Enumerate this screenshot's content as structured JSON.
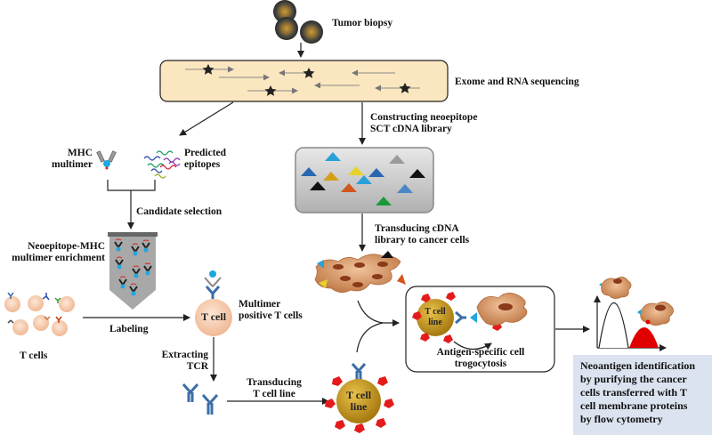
{
  "figure": {
    "type": "workflow-diagram",
    "steps": {
      "tumor_biopsy": "Tumor biopsy",
      "sequencing": "Exome and RNA sequencing",
      "constructing": [
        "Constructing neoepitope",
        "SCT cDNA library"
      ],
      "mhc_multimer": [
        "MHC",
        "multimer"
      ],
      "predicted_epitopes": [
        "Predicted",
        "epitopes"
      ],
      "candidate_selection": "Candidate selection",
      "enrichment": [
        "Neoepitope-MHC",
        "multimer enrichment"
      ],
      "transducing_cdna": [
        "Transducing cDNA",
        "library to cancer cells"
      ],
      "t_cells": "T cells",
      "labeling": "Labeling",
      "t_cell": "T cell",
      "multimer_positive": [
        "Multimer",
        "positive T cells"
      ],
      "extracting_tcr": [
        "Extracting",
        "TCR"
      ],
      "transducing_tcell": [
        "Transducing",
        "T cell line"
      ],
      "t_cell_line": [
        "T cell",
        "line"
      ],
      "trogocytosis": [
        "Antigen-specific cell",
        "trogocytosis"
      ],
      "result": "Neoantigen identification\nby purifying the cancer\ncells transferred with T\ncell membrane proteins\nby flow cytometry"
    },
    "colors": {
      "sequencing_box": "#fbe7bf",
      "library_box": "#c8c8c8",
      "t_cell_line": "#c9a227",
      "t_cell": "#f6d3bc",
      "cancer_cell": "#d99a6c",
      "tcr": "#3b6ea8",
      "result_box": "#dce3f0",
      "histogram_positive": "#e00000"
    },
    "library_triangle_colors": [
      "#2aa1d6",
      "#9a9a9a",
      "#2a67b0",
      "#d4a017",
      "#e6d22a",
      "#2a67b0",
      "#111111",
      "#111111",
      "#d2561e",
      "#2aa1d6",
      "#4a86c8",
      "#1a9a3a"
    ]
  }
}
